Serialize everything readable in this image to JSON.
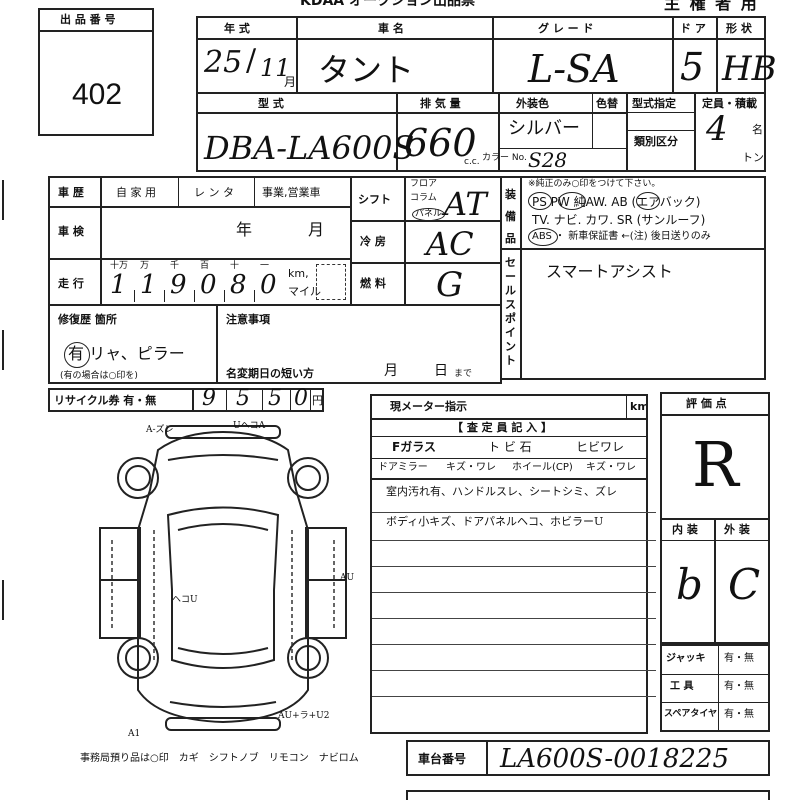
{
  "header": {
    "lot_label": "出 品 番 号",
    "lot_number": "402",
    "top_title": "KDAA オークション出品票",
    "owner_label": "主 権 者 用"
  },
  "row1": {
    "labels": {
      "year": "年 式",
      "name": "車 名",
      "grade": "グ レ ー ド",
      "door": "ド ア",
      "shape": "形 状"
    },
    "values": {
      "year": "25",
      "month": "11",
      "month_unit": "月",
      "name": "タント",
      "grade": "L-SA",
      "door": "5",
      "shape": "HB"
    }
  },
  "row2": {
    "labels": {
      "model": "型 式",
      "displacement": "排 気 量",
      "exterior_color": "外装色",
      "color_code": "色替",
      "model_designation": "型式指定",
      "capacity": "定員・積載",
      "category": "類別区分",
      "cc": "c.c.",
      "color_no": "カラー No.",
      "person_unit": "名",
      "ton_unit": "トン"
    },
    "values": {
      "model": "DBA-LA600S",
      "displacement": "660",
      "color": "シルバー",
      "color_no": "S28",
      "capacity": "4"
    }
  },
  "vehicle": {
    "history_label": "車 歴",
    "history_options": [
      "自 家 用",
      "レ ン タ",
      "事業,営業車"
    ],
    "inspection_label": "車 検",
    "inspection_year": "年",
    "inspection_month": "月",
    "mileage_label": "走 行",
    "mileage_units": [
      "十万",
      "万",
      "千",
      "百",
      "十",
      "一"
    ],
    "mileage_digits": [
      "1",
      "1",
      "9",
      "0",
      "8",
      "0"
    ],
    "mileage_km": "km,",
    "mileage_mile": "マイル"
  },
  "drivetrain": {
    "shift_label": "シフト",
    "shift_options": [
      "フロア",
      "コラム",
      "パネル"
    ],
    "shift_value": "AT",
    "cooling_label": "冷 房",
    "cooling_value": "AC",
    "fuel_label": "燃 料",
    "fuel_value": "G"
  },
  "equipment": {
    "side_label": "装 備 品",
    "note": "※純正のみ○印をつけて下さい。",
    "line1": "PS  PW  純AW.  AB (エアバック)",
    "line2": "TV. ナビ. カワ. SR (サンルーフ)",
    "line3": "ABS ・ 新車保証書 ←(注) 後日送りのみ",
    "sales_point_label": "セールスポイント",
    "sales_point_value": "スマートアシスト"
  },
  "repair": {
    "label": "修復歴 箇所",
    "value": "有  リャ、ピラー",
    "hint": "(有の場合は○印を)",
    "notes_label": "注意事項",
    "short_expiry_label": "名変期日の短い方",
    "month": "月",
    "day": "日",
    "until": "まで"
  },
  "recycle": {
    "label": "リサイクル券 有・無",
    "digits": [
      "9",
      "5",
      "5",
      "0"
    ],
    "unit": "円"
  },
  "inspection_notes": {
    "meter_label": "現メーター指示",
    "meter_unit": "km",
    "inspector_header": "【 査 定 員 記 入 】",
    "glass_label": "Fガラス",
    "glass_stone": "ト ビ 石",
    "glass_crack": "ヒビワレ",
    "door_mirror": "ドアミラー",
    "mirror_damage": "キズ・ワレ",
    "wheel": "ホイール(CP)",
    "wheel_damage": "キズ・ワレ",
    "remarks": [
      "室内汚れ有、ハンドルスレ、シートシミ、ズレ",
      "ボディ小キズ、ドアパネルヘコ、ホビラーU"
    ]
  },
  "grades": {
    "label": "評 価 点",
    "overall": "R",
    "interior_label": "内 装",
    "exterior_label": "外 装",
    "interior": "b",
    "exterior": "C"
  },
  "accessories": [
    {
      "label": "ジャッキ",
      "value": "有・無"
    },
    {
      "label": "工 具",
      "value": "有・無"
    },
    {
      "label": "スペアタイヤ",
      "value": "有・無"
    }
  ],
  "diagram": {
    "annotations": [
      "A-ズレ",
      "UヘコA",
      "A1",
      "ヘコU",
      "AU",
      "A1",
      "AU+ラ+U2"
    ]
  },
  "footer": {
    "office_note": "事務局預り品は○印　カギ　シフトノブ　リモコン　ナビロム",
    "chassis_label": "車台番号",
    "chassis_value": "LA600S-0018225"
  }
}
